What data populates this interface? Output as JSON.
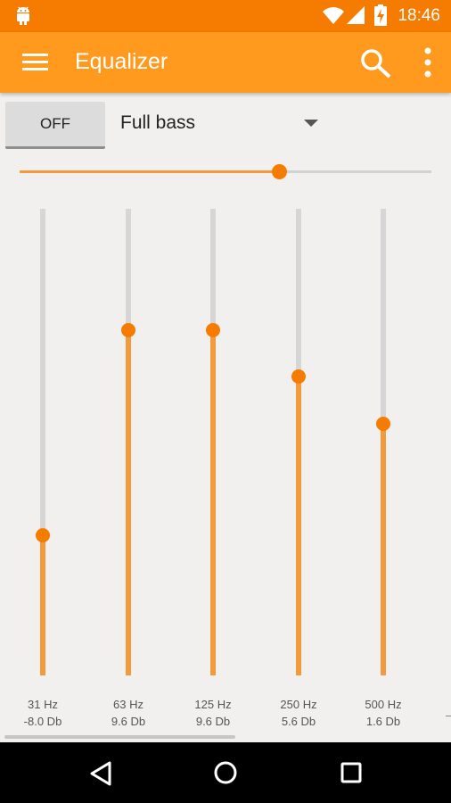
{
  "status_bar": {
    "time": "18:46",
    "icons": [
      "android-icon",
      "wifi-icon",
      "signal-icon",
      "battery-charging-icon"
    ]
  },
  "app_bar": {
    "title": "Equalizer",
    "icons": [
      "menu-icon",
      "search-icon",
      "more-vert-icon"
    ]
  },
  "controls": {
    "toggle_label": "OFF",
    "preset": "Full bass"
  },
  "master_slider": {
    "value": 0.63
  },
  "bands": [
    {
      "freq": "31 Hz",
      "gain": "-8.0 Db",
      "level": 0.3
    },
    {
      "freq": "63 Hz",
      "gain": "9.6 Db",
      "level": 0.74
    },
    {
      "freq": "125 Hz",
      "gain": "9.6 Db",
      "level": 0.74
    },
    {
      "freq": "250 Hz",
      "gain": "5.6 Db",
      "level": 0.64
    },
    {
      "freq": "500 Hz",
      "gain": "1.6 Db",
      "level": 0.54
    }
  ],
  "nav_bar": {
    "icons": [
      "back-icon",
      "home-icon",
      "recents-icon"
    ]
  },
  "colors": {
    "status_bar": "#f57c00",
    "app_bar": "#ff9a1f",
    "accent": "#f57c00",
    "fill": "#f39a3c",
    "background": "#f2f0ef"
  }
}
